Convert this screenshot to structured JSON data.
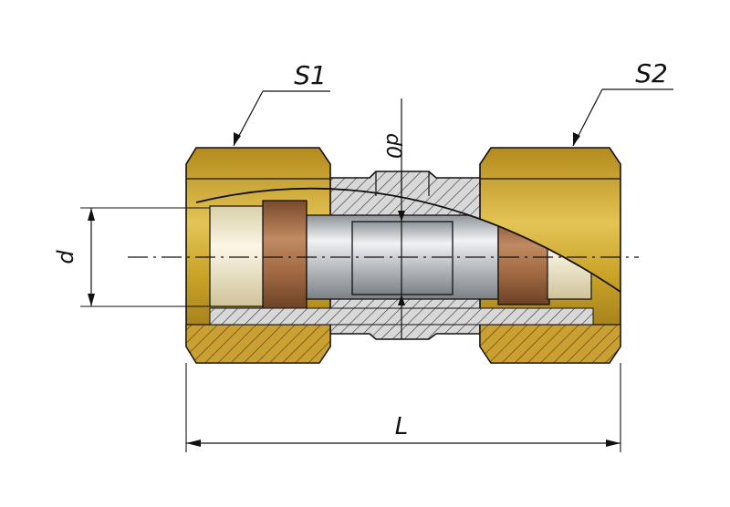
{
  "labels": {
    "s1": "S1",
    "s2": "S2",
    "d0": "d0",
    "d": "d",
    "L": "L"
  },
  "colors": {
    "brass": "#c9a227",
    "brass_dark": "#7a5a12",
    "brass_light": "#e6c75a",
    "copper": "#a8704a",
    "copper_dark": "#6b4126",
    "steel": "#b9bcc0",
    "steel_light": "#eceef0",
    "cream": "#efe3bf",
    "line": "#111111"
  }
}
